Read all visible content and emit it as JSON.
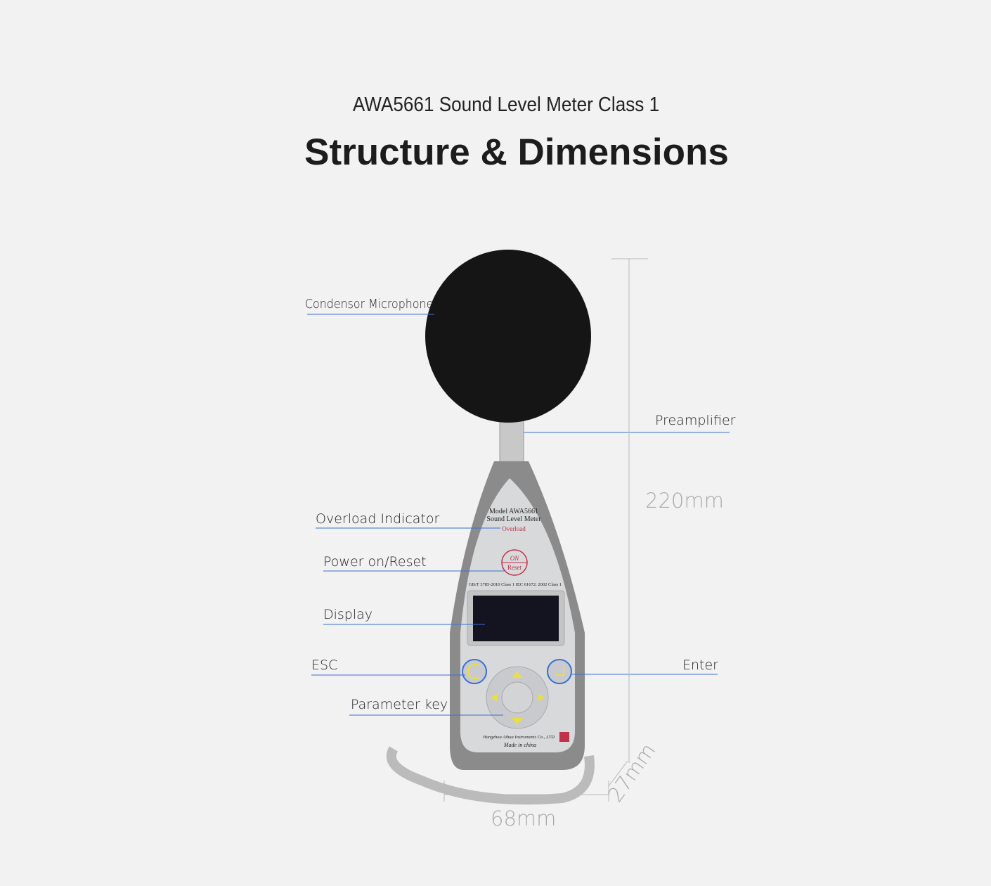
{
  "header": {
    "subtitle": "AWA5661 Sound Level Meter Class 1",
    "title": "Structure & Dimensions"
  },
  "callouts": {
    "microphone": "Condensor Microphone",
    "preamplifier": "Preamplifier",
    "overload": "Overload Indicator",
    "power": "Power on/Reset",
    "display": "Display",
    "esc": "ESC",
    "enter": "Enter",
    "parameter": "Parameter key"
  },
  "dimensions": {
    "height": "220mm",
    "width": "68mm",
    "depth": "27mm"
  },
  "device": {
    "model": "Model AWA5661",
    "name": "Sound Level Meter",
    "overload": "Overload",
    "on": "ON",
    "reset": "Reset",
    "standards": "GB/T 3785-2010 Class 1  IEC 61672: 2002 Class 1",
    "maker": "Hangzhou Aihua Instruments Co., LTD",
    "origin": "Made in china"
  },
  "colors": {
    "leader": "#3a6fd0",
    "accent_red": "#c0304a",
    "arrow_yellow": "#e8e040"
  }
}
